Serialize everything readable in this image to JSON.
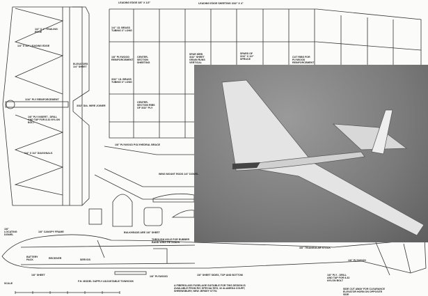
{
  "labels": {
    "leading_edge_top": "Leading edge 3/8\" x 1/2\"",
    "leading_edge_sheeting": "Leading edge sheeting 3/32\" x 4\"",
    "trailing_edge": "1/4\" x 1\" trailing edge",
    "stab_leading_edge": "1/4\" x 1/2\" leading edge",
    "elevator": "Elevators 1/4\" sheet",
    "ply_reinforcement": "1/16\" ply reinforcement",
    "wire_joiner": "3/32\" dia. wire joiner",
    "ply_insert": "1/8\" ply insert - drill and tap for 8-32 nylon bolt",
    "diagonals": "1/4\" x 1/4\" diagonals",
    "brass_tubing_1": "1/4\" I.D. brass tubing 3\" long",
    "plywood_reinforcement": "1/8\" plywood reinforcement",
    "center_sheeting": "Center-section sheeting",
    "brass_tubing_2": "3/32\" I.D. brass tubing 3\" long",
    "center_ribs": "Center-section ribs of 3/32\" ply",
    "spar_web": "Spar web 3/32\" sheet grain runs vertical",
    "spars": "Spars of 3/16\" x 1/2\" spruce",
    "cut_ribs": "Cut ribs for plywood reinforcement",
    "polyhedral_brace": "1/8\" plywood polyhedral brace",
    "wing_mount_rods": "Wing mount rods 1/4\" dowel",
    "bulkheads": "Bulkheads are 1/8\" sheet",
    "locating_dowel": "1/8\" locating dowel",
    "canopy_frame": "1/8\" canopy frame",
    "battery_pack": "Battery pack",
    "receiver": "Receiver",
    "servos": "Servos",
    "through_hole": "Through hole for rubber band wing retainer",
    "sheet_1_8": "1/8\" sheet",
    "plywood": "1/8\" plywood",
    "towhook": "F.H. model supply adjustable towhook",
    "sheet_sides": "1/8\" sheet sides, top and bottom",
    "triangular_stock": "3/8\" triangular stock",
    "ply_drill": "1/8\" ply - drill and tap for 8-32 nylon bolt",
    "plywood_tail": "1/8\" plywood",
    "side_cut": "Side cut away for clearance elevator horn on opposite side",
    "fiberglass_note": "A fiberglass fuselage suitable for this design is available from R/C Specialties, 32 Alameda Court, Shrewsbury, New Jersey 07701",
    "scale": "Scale"
  },
  "colors": {
    "line": "#333333",
    "photo_bg": "#7a7a7a",
    "plane": "#e4e4e4"
  }
}
